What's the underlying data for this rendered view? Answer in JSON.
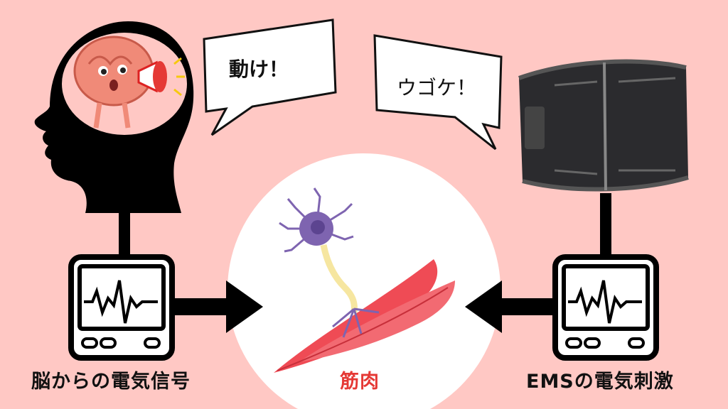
{
  "bubbles": {
    "brain_command": "動け！",
    "ems_command": "ウゴケ！"
  },
  "labels": {
    "brain_signal": "脳からの電気信号",
    "muscle": "筋肉",
    "ems_stimulus": "EMSの電気刺激"
  },
  "colors": {
    "background": "#FFC8C4",
    "muscle_label": "#E53935",
    "muscle": "#EF4B55",
    "neuron": "#7E64B0"
  }
}
